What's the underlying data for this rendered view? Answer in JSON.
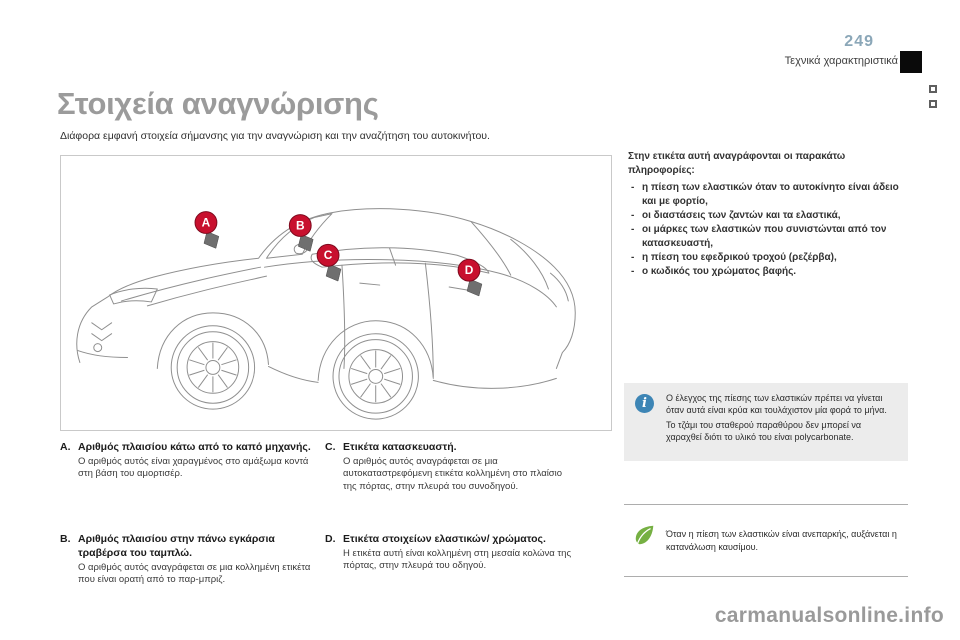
{
  "page": {
    "number": "249",
    "section_title": "Τεχνικά χαρακτηριστικά",
    "title": "Στοιχεία αναγνώρισης",
    "subtitle": "Διάφορα εμφανή στοιχεία σήμανσης για την αναγνώριση και την αναζήτηση του αυτοκινήτου.",
    "watermark": "carmanualsonline.info"
  },
  "colors": {
    "marker_red": "#c8102e",
    "info_blue": "#3d85b5",
    "leaf_green": "#76b043"
  },
  "markers": [
    {
      "label": "A"
    },
    {
      "label": "B"
    },
    {
      "label": "C"
    },
    {
      "label": "D"
    }
  ],
  "items": [
    {
      "label": "A.",
      "heading": "Αριθμός πλαισίου κάτω από το καπό μηχανής.",
      "body": "Ο αριθμός αυτός είναι χαραγμένος στο αμάξωμα κοντά στη βάση του αμορτισέρ."
    },
    {
      "label": "B.",
      "heading": "Αριθμός πλαισίου στην πάνω εγκάρσια τραβέρσα του ταμπλώ.",
      "body": "Ο αριθμός αυτός αναγράφεται σε μια κολλημένη ετικέτα που είναι ορατή από το παρ-μπριζ."
    },
    {
      "label": "C.",
      "heading": "Ετικέτα κατασκευαστή.",
      "body": "Ο αριθμός αυτός αναγράφεται σε μια αυτοκαταστρεφόμενη ετικέτα κολλημένη στο πλαίσιο της πόρτας, στην πλευρά του συνοδηγού."
    },
    {
      "label": "D.",
      "heading": "Ετικέτα στοιχείων ελαστικών/ χρώματος.",
      "body": "Η ετικέτα αυτή είναι κολλημένη στη μεσαία κολώνα της πόρτας, στην πλευρά του οδηγού."
    }
  ],
  "label_info": {
    "intro": "Στην ετικέτα αυτή αναγράφονται οι παρακάτω πληροφορίες:",
    "bullet_char": "-",
    "bullets": [
      "η πίεση των ελαστικών όταν το αυτοκίνητο είναι άδειο και με φορτίο,",
      "οι διαστάσεις των ζαντών και τα ελαστικά,",
      "οι μάρκες των ελαστικών που συνιστώνται από τον κατασκευαστή,",
      "η πίεση του εφεδρικού τροχού (ρεζέρβα),",
      "ο κωδικός του χρώματος βαφής."
    ]
  },
  "info_boxes": [
    {
      "icon": "info-icon",
      "glyph": "i",
      "paragraphs": [
        "Ο έλεγχος της πίεσης των ελαστικών πρέπει να γίνεται όταν αυτά είναι κρύα και τουλάχιστον μία φορά το μήνα.",
        "Το τζάμι του σταθερού παραθύρου δεν μπορεί να χαραχθεί διότι το υλικό του είναι polycarbonate."
      ]
    },
    {
      "icon": "leaf-icon",
      "paragraphs": [
        "Όταν η πίεση των ελαστικών είναι ανεπαρκής, αυξάνεται η κατανάλωση καυσίμου."
      ]
    }
  ]
}
